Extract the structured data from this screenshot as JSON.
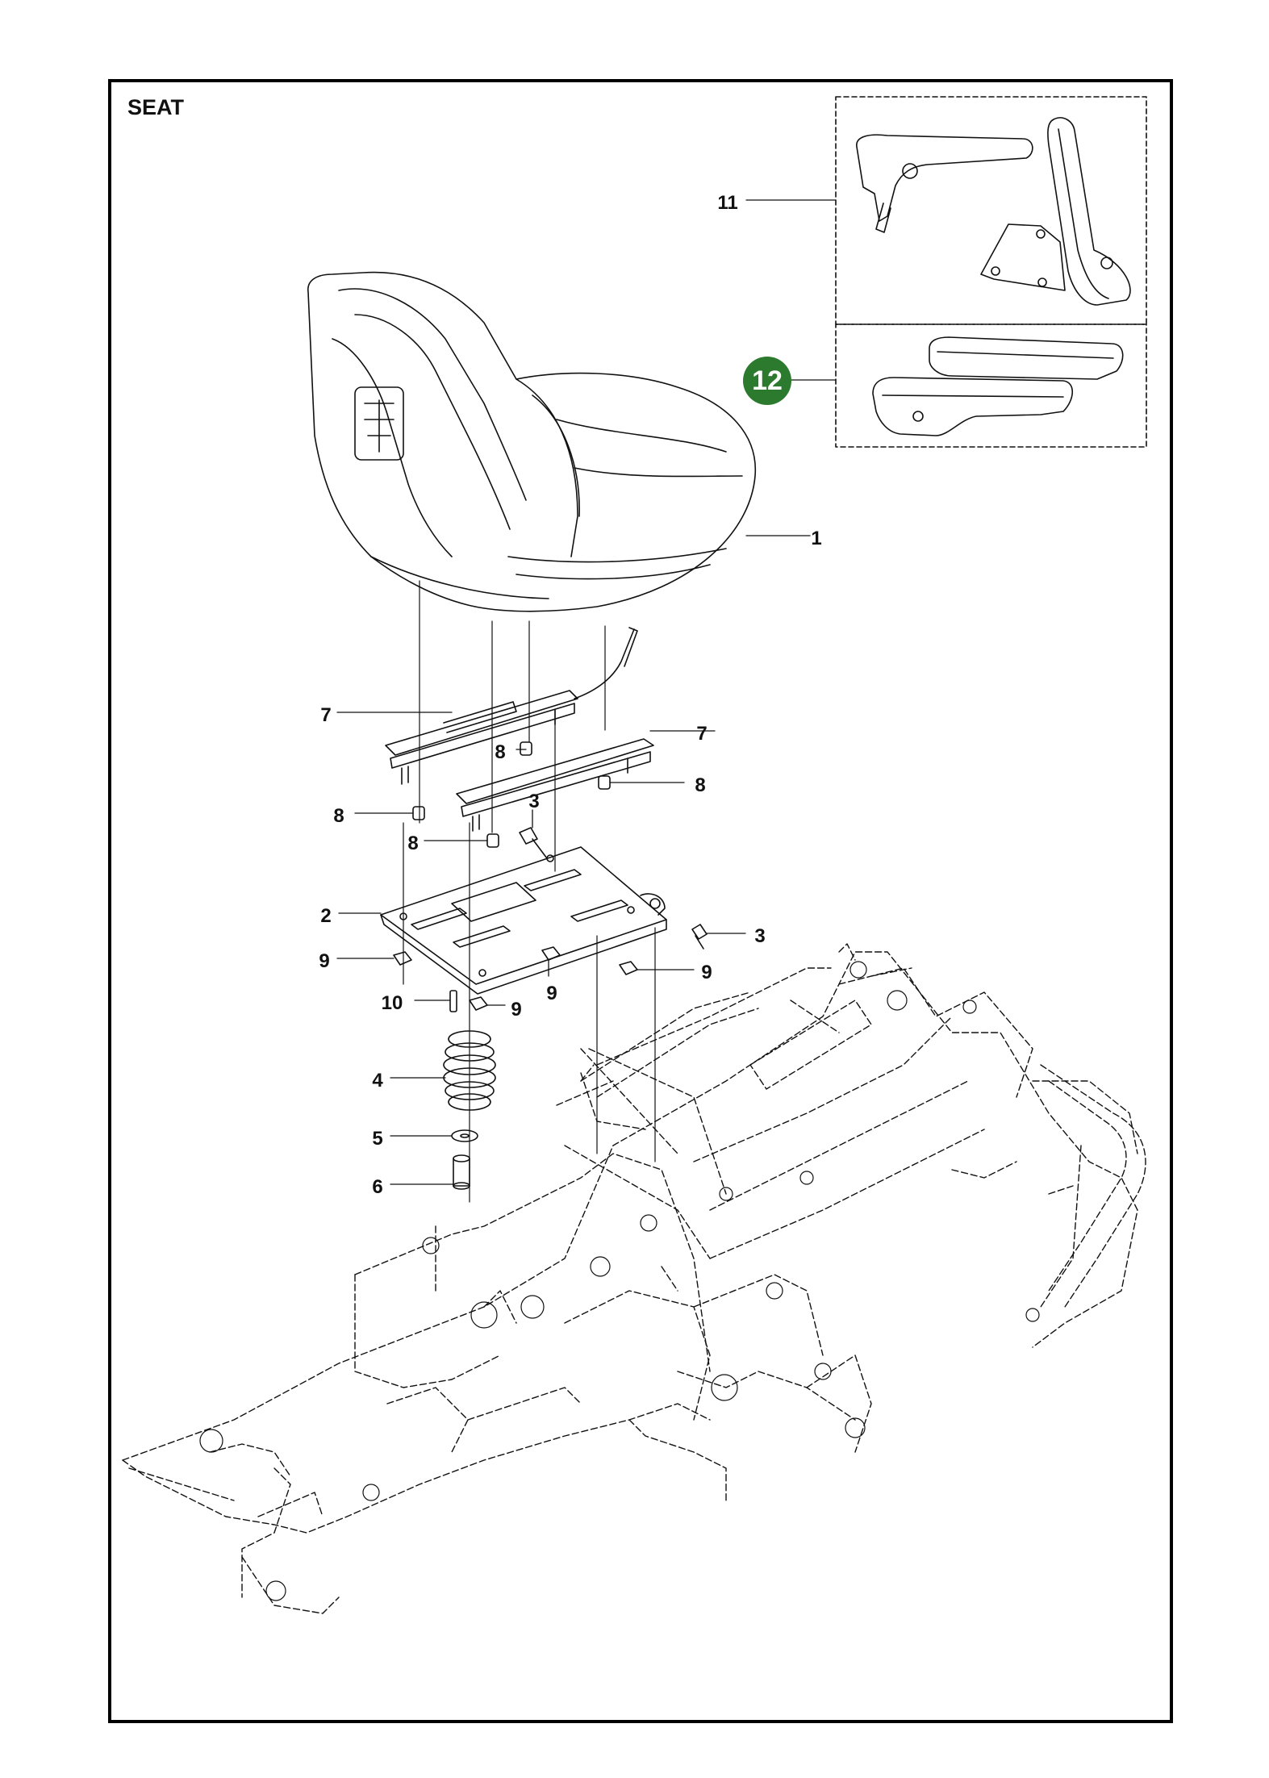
{
  "diagram": {
    "title": "SEAT",
    "highlight_color": "#2c7a2e",
    "highlighted_part": "12",
    "callouts": [
      {
        "id": "11",
        "label": "11"
      },
      {
        "id": "12",
        "label": "12"
      },
      {
        "id": "1",
        "label": "1"
      },
      {
        "id": "7a",
        "label": "7"
      },
      {
        "id": "7b",
        "label": "7"
      },
      {
        "id": "8a",
        "label": "8"
      },
      {
        "id": "8b",
        "label": "8"
      },
      {
        "id": "8c",
        "label": "8"
      },
      {
        "id": "8d",
        "label": "8"
      },
      {
        "id": "3a",
        "label": "3"
      },
      {
        "id": "3b",
        "label": "3"
      },
      {
        "id": "2",
        "label": "2"
      },
      {
        "id": "9a",
        "label": "9"
      },
      {
        "id": "9b",
        "label": "9"
      },
      {
        "id": "9c",
        "label": "9"
      },
      {
        "id": "9d",
        "label": "9"
      },
      {
        "id": "10",
        "label": "10"
      },
      {
        "id": "4",
        "label": "4"
      },
      {
        "id": "5",
        "label": "5"
      },
      {
        "id": "6",
        "label": "6"
      }
    ]
  }
}
